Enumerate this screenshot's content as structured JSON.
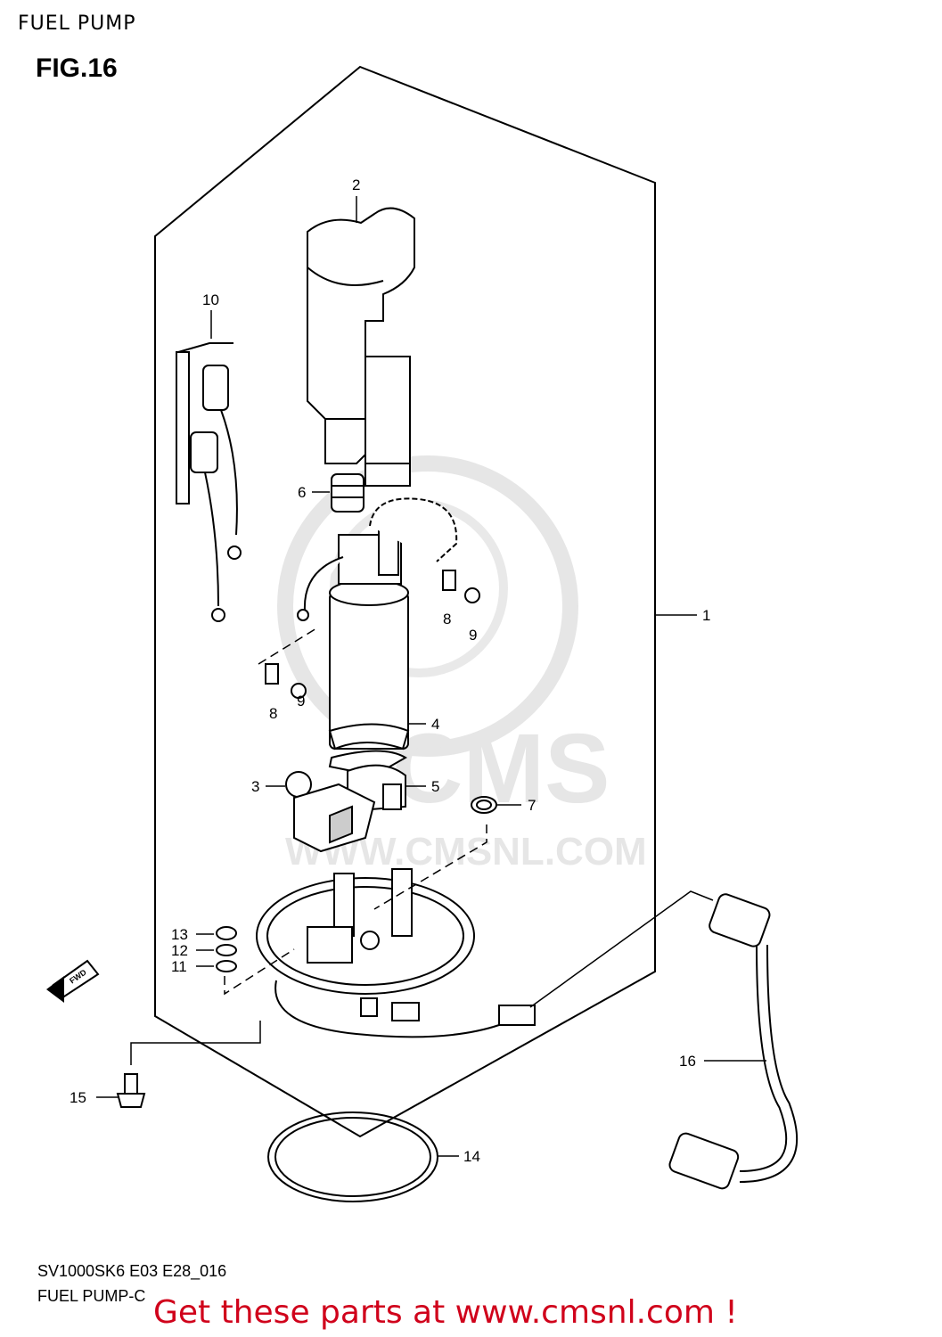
{
  "header": {
    "title": "FUEL PUMP"
  },
  "figure": {
    "label": "FIG.16"
  },
  "watermark": {
    "brand": "CMS",
    "url": "WWW.CMSNL.COM"
  },
  "fwd_marker": "FWD",
  "callouts": [
    {
      "id": "1",
      "text": "1"
    },
    {
      "id": "2",
      "text": "2"
    },
    {
      "id": "3",
      "text": "3"
    },
    {
      "id": "4",
      "text": "4"
    },
    {
      "id": "5",
      "text": "5"
    },
    {
      "id": "6",
      "text": "6"
    },
    {
      "id": "7",
      "text": "7"
    },
    {
      "id": "8a",
      "text": "8"
    },
    {
      "id": "8b",
      "text": "8"
    },
    {
      "id": "9a",
      "text": "9"
    },
    {
      "id": "9b",
      "text": "9"
    },
    {
      "id": "10",
      "text": "10"
    },
    {
      "id": "11",
      "text": "11"
    },
    {
      "id": "12",
      "text": "12"
    },
    {
      "id": "13",
      "text": "13"
    },
    {
      "id": "14",
      "text": "14"
    },
    {
      "id": "15",
      "text": "15"
    },
    {
      "id": "16",
      "text": "16"
    }
  ],
  "footer": {
    "model_code": "SV1000SK6 E03 E28_016",
    "caption": "FUEL PUMP-C",
    "promo_link": "Get these parts at www.cmsnl.com !"
  }
}
